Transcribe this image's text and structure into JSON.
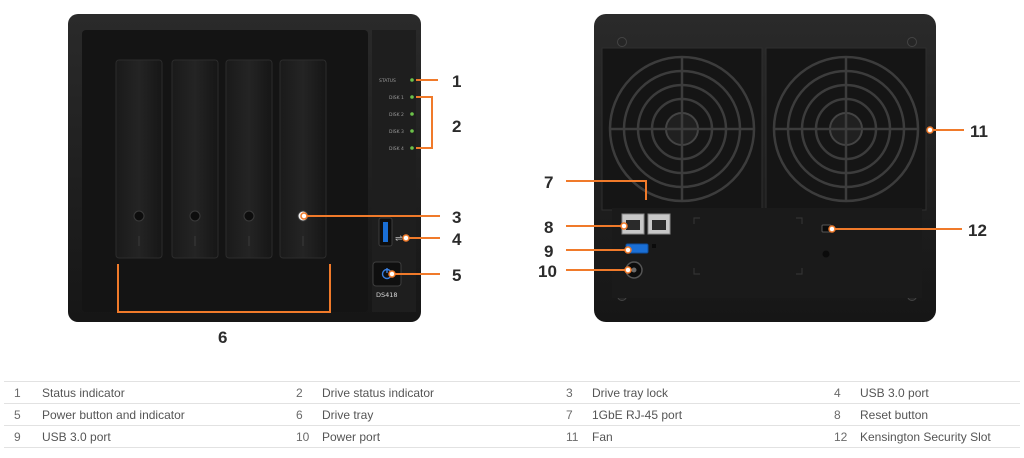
{
  "front_panel": {
    "led_labels": [
      "STATUS",
      "DISK 1",
      "DISK 2",
      "DISK 3",
      "DISK 4"
    ],
    "model_label": "DS418"
  },
  "callouts": {
    "c1": "1",
    "c2": "2",
    "c3": "3",
    "c4": "4",
    "c5": "5",
    "c6": "6",
    "c7": "7",
    "c8": "8",
    "c9": "9",
    "c10": "10",
    "c11": "11",
    "c12": "12"
  },
  "legend": [
    {
      "num": "1",
      "label": "Status indicator"
    },
    {
      "num": "2",
      "label": "Drive status indicator"
    },
    {
      "num": "3",
      "label": "Drive tray lock"
    },
    {
      "num": "4",
      "label": "USB 3.0 port"
    },
    {
      "num": "5",
      "label": "Power button and indicator"
    },
    {
      "num": "6",
      "label": "Drive tray"
    },
    {
      "num": "7",
      "label": "1GbE RJ-45 port"
    },
    {
      "num": "8",
      "label": "Reset button"
    },
    {
      "num": "9",
      "label": "USB 3.0 port"
    },
    {
      "num": "10",
      "label": "Power port"
    },
    {
      "num": "11",
      "label": "Fan"
    },
    {
      "num": "12",
      "label": "Kensington Security Slot"
    }
  ],
  "colors": {
    "callout_line": "#f07a2a",
    "led_green": "#6cc24a",
    "usb_blue": "#1a6fd6",
    "chassis": "#1c1c1c"
  }
}
